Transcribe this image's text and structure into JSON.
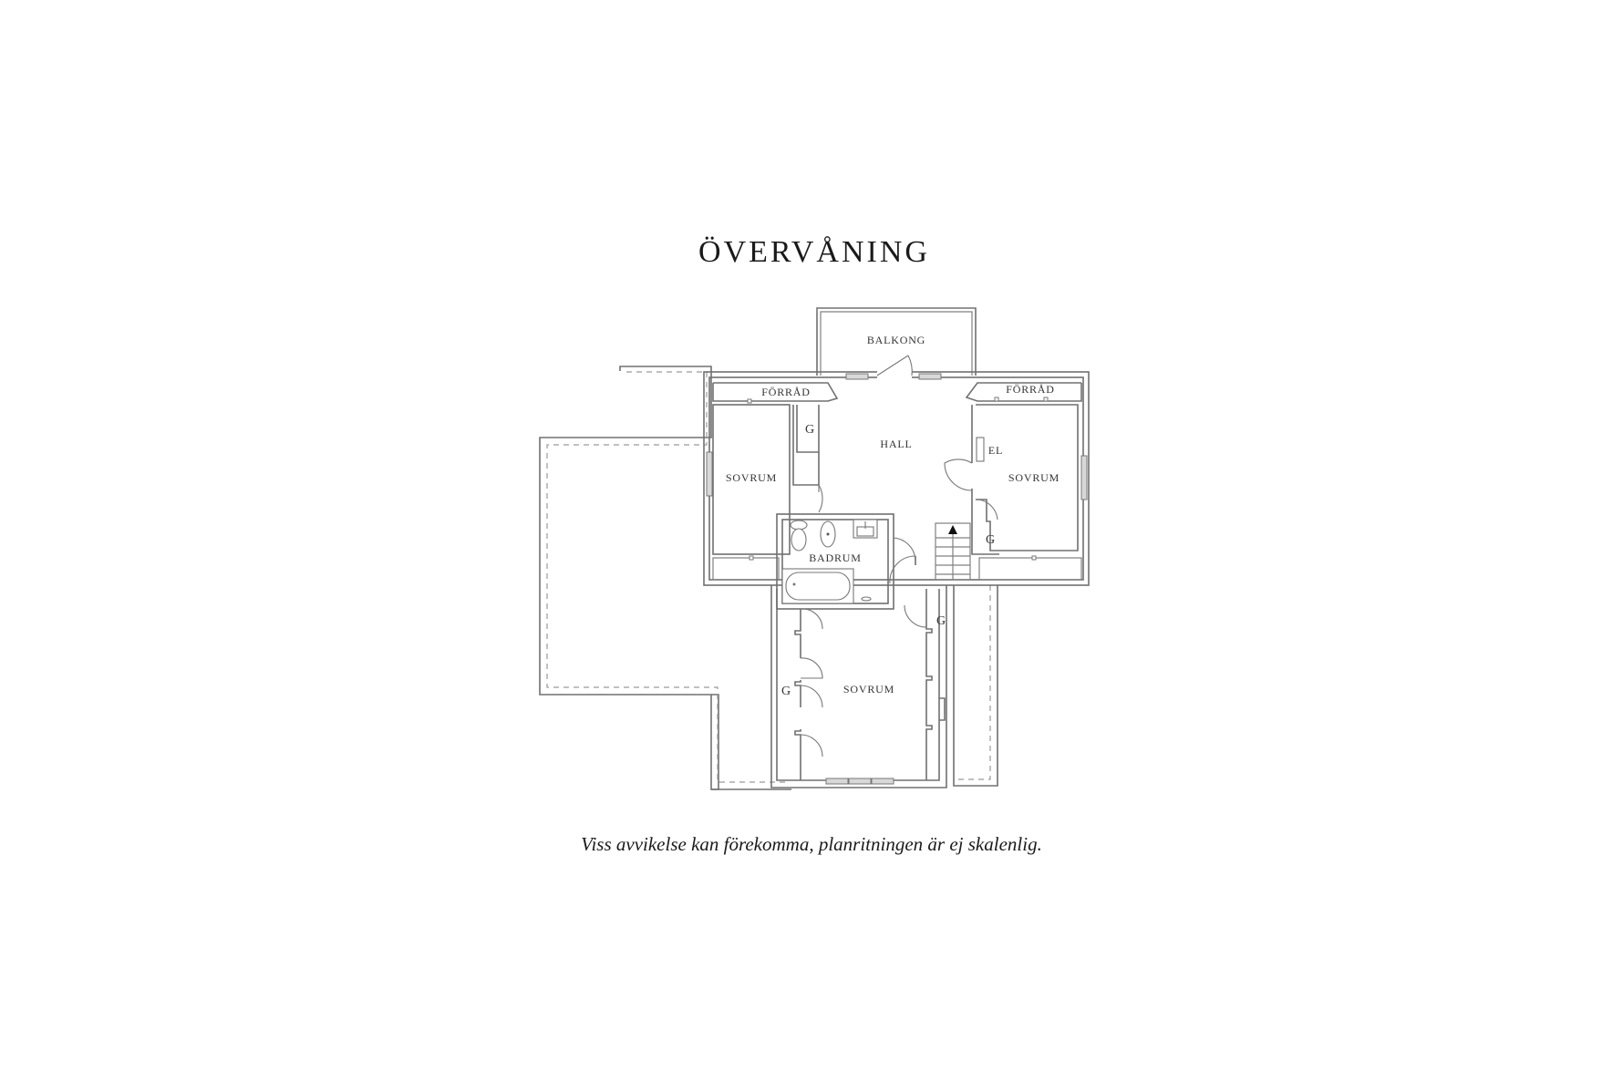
{
  "title": "ÖVERVÅNING",
  "disclaimer": "Viss avvikelse kan förekomma, planritningen är ej skalenlig.",
  "rooms": {
    "balkong": "BALKONG",
    "forrad_left": "FÖRRÅD",
    "forrad_right": "FÖRRÅD",
    "hall": "HALL",
    "sovrum_left": "SOVRUM",
    "sovrum_right": "SOVRUM",
    "sovrum_bottom": "SOVRUM",
    "badrum": "BADRUM",
    "el": "EL",
    "g_hall_closet": "G",
    "g_right_closet": "G",
    "g_bottom_left": "G",
    "g_bottom_right": "G"
  },
  "colors": {
    "wall": "#707070",
    "text": "#1a1a1a",
    "background": "#ffffff"
  }
}
